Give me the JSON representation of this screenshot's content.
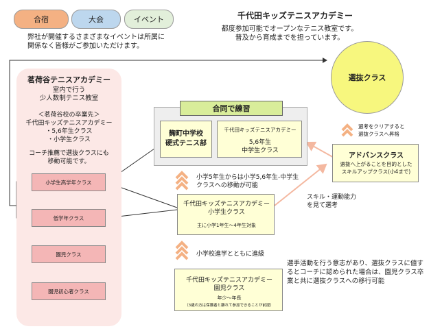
{
  "header": {
    "title": "千代田キッズテニスアカデミー",
    "description": "都度参加可能でオープンなテニス教室です。\n普及から育成までを担っています。",
    "colors": {
      "camp": "#f4b183",
      "tournament": "#bdd7ee",
      "event": "#e2efda"
    }
  },
  "event_tags": [
    "合宿",
    "大会",
    "イベント"
  ],
  "event_note": "弊社が開催するさまざまなイベントは所属に\n関係なく皆様がご参加いただけます。",
  "left_panel": {
    "title": "茗荷谷テニスアカデミー",
    "subtitle": "室内で行う\n少人数制テニス教室",
    "graduates": "＜茗荷谷校の卒業先＞\n千代田キッズテニスアカデミー\n・5,6年生クラス\n・小学生クラス",
    "recommend": "コーチ推薦で選抜クラスにも\n移動可能です。",
    "classes": [
      "小学生高学年クラス",
      "低学年クラス",
      "園児クラス",
      "園児初心者クラス"
    ]
  },
  "top_class": "選抜クラス",
  "joint": {
    "header": "合同で練習",
    "left": "麹町中学校\n硬式テニス部",
    "right_title": "千代田キッズテニスアカデミー",
    "right_sub": "5,6年生\n中学生クラス"
  },
  "advance": {
    "title": "アドバンスクラス",
    "desc": "選抜へ上がることを目的とした\nスキルアップクラス(小4まで)"
  },
  "advance_note": "選考をクリアすると\n選抜クラスへ昇格",
  "elementary": {
    "title": "千代田キッズテニスアカデミー\n小学生クラス",
    "sub": "主に小学1年生～4年生対象"
  },
  "elementary_move_note": "小学5年生からは小学5,6年生-中学生\nクラスへの移動が可能",
  "skill_note": "スキル・運動能力\nを見て選考",
  "kinder": {
    "title": "千代田キッズテニスアカデミー\n園児クラス",
    "sub": "年少～年長",
    "note": "（3歳の方は保護者と離れて参加できることが前提）"
  },
  "kinder_move_note": "小学校進学とともに進級",
  "selection_note": "選手活動を行う意志があり、選抜クラスに値す\nるとコーチに認められた場合は、園児クラス卒\n業と共に選抜クラスへの移行可能"
}
